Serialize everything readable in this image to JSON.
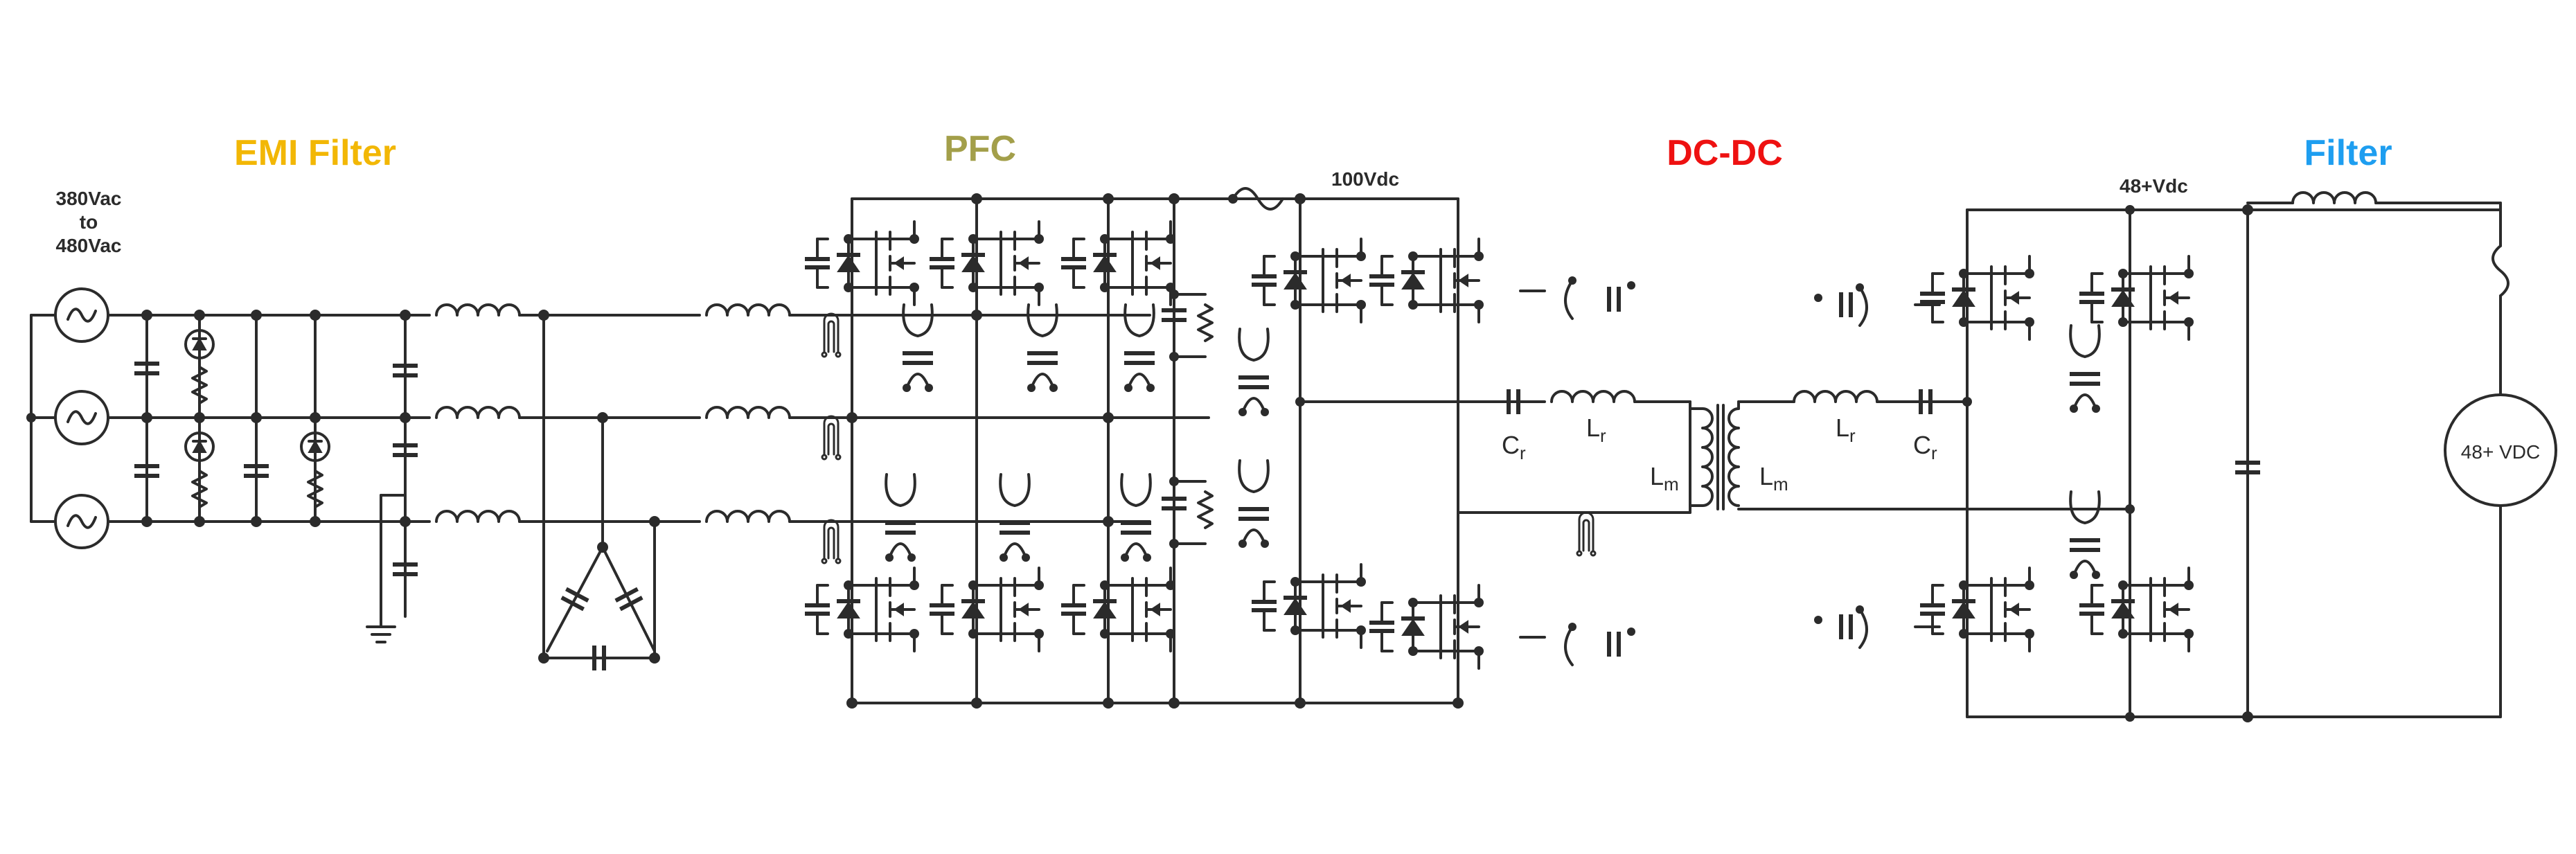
{
  "sections": {
    "emi": {
      "title": "EMI Filter",
      "color": "#f2b705"
    },
    "pfc": {
      "title": "PFC",
      "color": "#a39f4a"
    },
    "dcdc": {
      "title": "DC-DC",
      "color": "#ee1111"
    },
    "filter": {
      "title": "Filter",
      "color": "#1e9ef0"
    }
  },
  "input": {
    "line1": "380Vac",
    "line2": "to",
    "line3": "480Vac"
  },
  "bus": {
    "pfc_out": "100Vdc",
    "out": "48+Vdc"
  },
  "tank": {
    "cr": "C",
    "cr_sub": "r",
    "lr": "L",
    "lr_sub": "r",
    "lm": "L",
    "lm_sub": "m"
  },
  "load": {
    "label": "48+ VDC"
  }
}
